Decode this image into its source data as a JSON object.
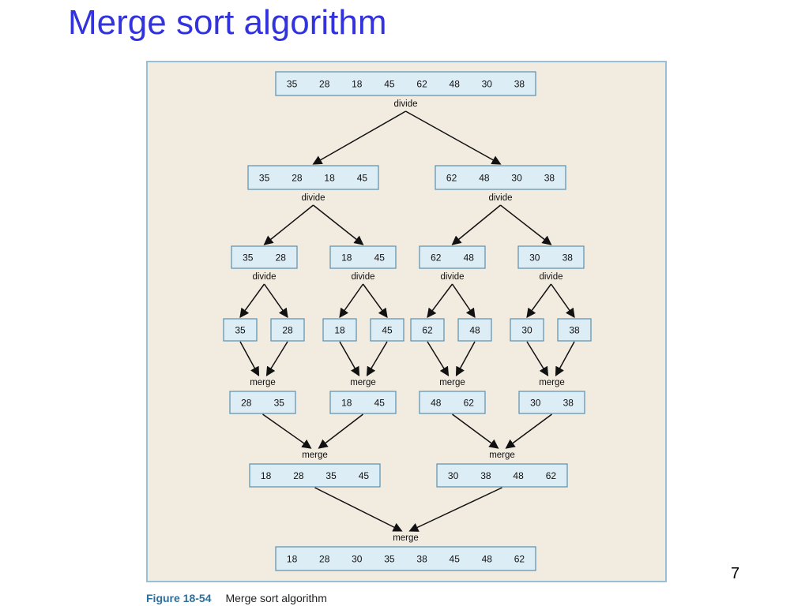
{
  "slide": {
    "title": "Merge sort algorithm",
    "page_number": "7"
  },
  "caption": {
    "figure_number": "Figure 18-54",
    "text": "Merge sort algorithm"
  },
  "labels": {
    "divide": "divide",
    "merge": "merge"
  },
  "arrays": [
    {
      "id": "a0",
      "values": [
        "35",
        "28",
        "18",
        "45",
        "62",
        "48",
        "30",
        "38"
      ]
    },
    {
      "id": "a1l",
      "values": [
        "35",
        "28",
        "18",
        "45"
      ]
    },
    {
      "id": "a1r",
      "values": [
        "62",
        "48",
        "30",
        "38"
      ]
    },
    {
      "id": "a2a",
      "values": [
        "35",
        "28"
      ]
    },
    {
      "id": "a2b",
      "values": [
        "18",
        "45"
      ]
    },
    {
      "id": "a2c",
      "values": [
        "62",
        "48"
      ]
    },
    {
      "id": "a2d",
      "values": [
        "30",
        "38"
      ]
    },
    {
      "id": "s1",
      "values": [
        "35"
      ]
    },
    {
      "id": "s2",
      "values": [
        "28"
      ]
    },
    {
      "id": "s3",
      "values": [
        "18"
      ]
    },
    {
      "id": "s4",
      "values": [
        "45"
      ]
    },
    {
      "id": "s5",
      "values": [
        "62"
      ]
    },
    {
      "id": "s6",
      "values": [
        "48"
      ]
    },
    {
      "id": "s7",
      "values": [
        "30"
      ]
    },
    {
      "id": "s8",
      "values": [
        "38"
      ]
    },
    {
      "id": "m1a",
      "values": [
        "28",
        "35"
      ]
    },
    {
      "id": "m1b",
      "values": [
        "18",
        "45"
      ]
    },
    {
      "id": "m1c",
      "values": [
        "48",
        "62"
      ]
    },
    {
      "id": "m1d",
      "values": [
        "30",
        "38"
      ]
    },
    {
      "id": "m2l",
      "values": [
        "18",
        "28",
        "35",
        "45"
      ]
    },
    {
      "id": "m2r",
      "values": [
        "30",
        "38",
        "48",
        "62"
      ]
    },
    {
      "id": "final",
      "values": [
        "18",
        "28",
        "30",
        "35",
        "38",
        "45",
        "48",
        "62"
      ]
    }
  ],
  "steps": [
    {
      "label": "divide",
      "above": "a0",
      "to": [
        "a1l",
        "a1r"
      ]
    },
    {
      "label": "divide",
      "above": "a1l",
      "to": [
        "a2a",
        "a2b"
      ]
    },
    {
      "label": "divide",
      "above": "a1r",
      "to": [
        "a2c",
        "a2d"
      ]
    },
    {
      "label": "divide",
      "above": "a2a",
      "to": [
        "s1",
        "s2"
      ]
    },
    {
      "label": "divide",
      "above": "a2b",
      "to": [
        "s3",
        "s4"
      ]
    },
    {
      "label": "divide",
      "above": "a2c",
      "to": [
        "s5",
        "s6"
      ]
    },
    {
      "label": "divide",
      "above": "a2d",
      "to": [
        "s7",
        "s8"
      ]
    },
    {
      "label": "merge",
      "from": [
        "s1",
        "s2"
      ],
      "to": "m1a"
    },
    {
      "label": "merge",
      "from": [
        "s3",
        "s4"
      ],
      "to": "m1b"
    },
    {
      "label": "merge",
      "from": [
        "s5",
        "s6"
      ],
      "to": "m1c"
    },
    {
      "label": "merge",
      "from": [
        "s7",
        "s8"
      ],
      "to": "m1d"
    },
    {
      "label": "merge",
      "from": [
        "m1a",
        "m1b"
      ],
      "to": "m2l"
    },
    {
      "label": "merge",
      "from": [
        "m1c",
        "m1d"
      ],
      "to": "m2r"
    },
    {
      "label": "merge",
      "from": [
        "m2l",
        "m2r"
      ],
      "to": "final"
    }
  ]
}
